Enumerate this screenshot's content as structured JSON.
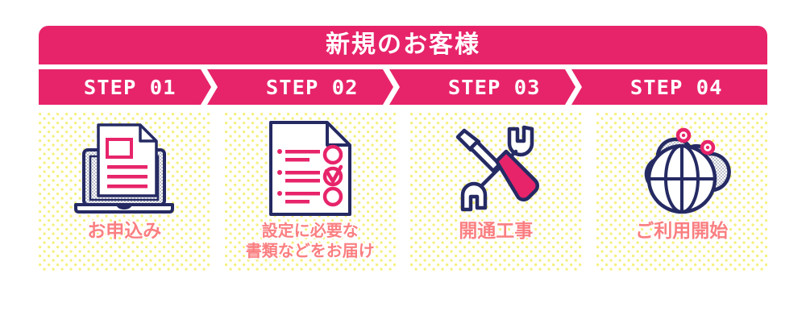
{
  "colors": {
    "pink": "#e7246a",
    "navy": "#252a63",
    "label_pink": "#fa7f81",
    "dot_yellow": "#f6f07e",
    "white": "#ffffff",
    "halftone_gray": "#b9bcc9"
  },
  "header": {
    "title": "新規のお客様"
  },
  "steps": [
    {
      "label": "STEP 01"
    },
    {
      "label": "STEP 02"
    },
    {
      "label": "STEP 03"
    },
    {
      "label": "STEP 04"
    }
  ],
  "cards": [
    {
      "icon": "laptop-document-icon",
      "label": "お申込み",
      "lines": 1
    },
    {
      "icon": "checklist-document-icon",
      "label": "設定に必要な\n書類などをお届け",
      "lines": 2
    },
    {
      "icon": "screwdriver-wrench-icon",
      "label": "開通工事",
      "lines": 1
    },
    {
      "icon": "cloud-globe-icon",
      "label": "ご利用開始",
      "lines": 1
    }
  ]
}
